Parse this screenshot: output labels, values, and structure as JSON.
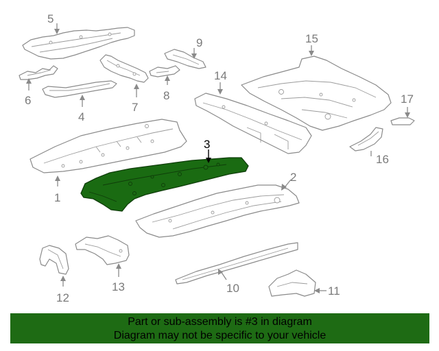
{
  "callouts": {
    "c1": "1",
    "c2": "2",
    "c3": "3",
    "c4": "4",
    "c5": "5",
    "c6": "6",
    "c7": "7",
    "c8": "8",
    "c9": "9",
    "c10": "10",
    "c11": "11",
    "c12": "12",
    "c13": "13",
    "c14": "14",
    "c15": "15",
    "c16": "16",
    "c17": "17"
  },
  "highlighted_part": "3",
  "colors": {
    "highlight": "#1a6b12",
    "banner": "#1e6b14",
    "line": "#8a8a8a"
  },
  "banner": {
    "line1": "Part or sub-assembly is #3 in diagram",
    "line2": "Diagram may not be specific to your vehicle"
  }
}
